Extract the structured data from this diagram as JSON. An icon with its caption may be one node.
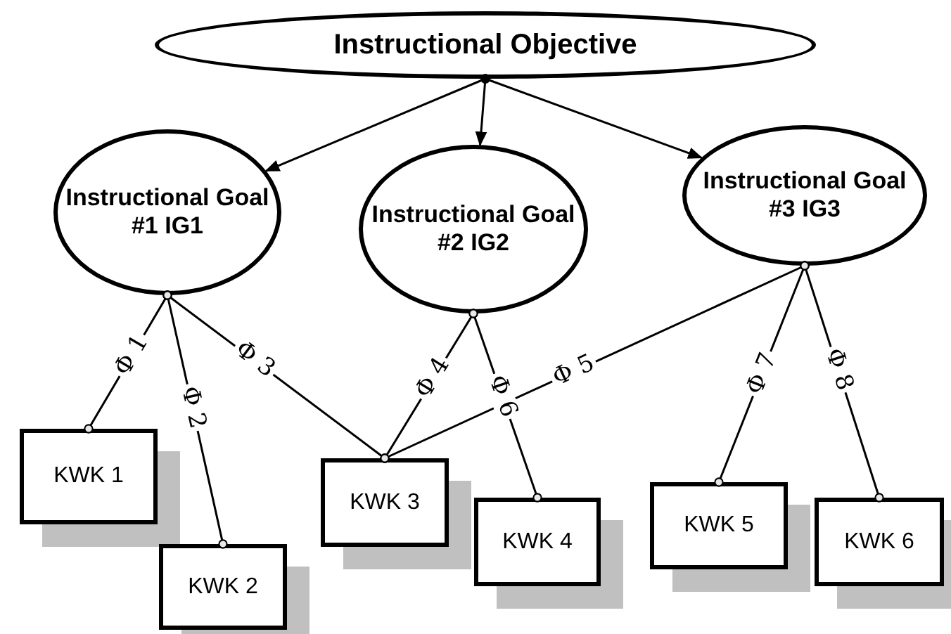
{
  "diagram": {
    "nodes": [
      {
        "text": [
          "Instructional Objective"
        ]
      },
      {
        "text": [
          "Instructional Goal #1 IG1"
        ]
      },
      {
        "text": [
          "Instructional Goal #2 IG2"
        ]
      },
      {
        "text": [
          "Instructional Goal #3 IG3"
        ]
      },
      {
        "text": [
          "KWK 1"
        ]
      },
      {
        "text": [
          "KWK 2"
        ]
      },
      {
        "text": [
          "KWK 3"
        ]
      },
      {
        "text": [
          "KWK 4"
        ]
      },
      {
        "text": [
          "KWK 5"
        ]
      },
      {
        "text": [
          "KWK 6"
        ]
      }
    ],
    "edges": [
      {
        "from": 0,
        "to": 1,
        "arrow": "to"
      },
      {
        "from": 0,
        "to": 2,
        "arrow": "to"
      },
      {
        "from": 0,
        "to": 3,
        "arrow": "to"
      },
      {
        "from": 1,
        "to": 4,
        "arrow": "other",
        "label": "Φ 1"
      },
      {
        "from": 1,
        "to": 5,
        "arrow": "other",
        "label": "Φ 2"
      },
      {
        "from": 1,
        "to": 6,
        "arrow": "other",
        "label": "Φ 3"
      },
      {
        "from": 2,
        "to": 6,
        "arrow": "other",
        "label": "Φ 4"
      },
      {
        "from": 3,
        "to": 6,
        "arrow": "other",
        "label": "Φ 5"
      },
      {
        "from": 2,
        "to": 7,
        "arrow": "other",
        "label": "Φ 6"
      },
      {
        "from": 3,
        "to": 8,
        "arrow": "other",
        "label": "Φ 7"
      },
      {
        "from": 3,
        "to": 9,
        "arrow": "other",
        "label": "Φ 8"
      }
    ]
  }
}
